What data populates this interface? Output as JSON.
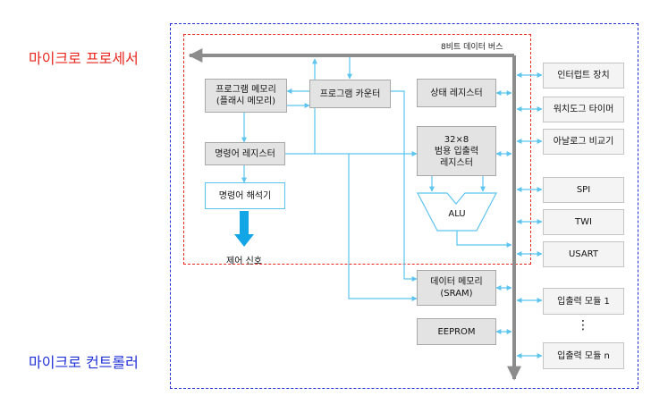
{
  "titles": {
    "microprocessor": "마이크로 프로세서",
    "microcontroller": "마이크로 컨트롤러"
  },
  "bus_label": "8비트 데이터 버스",
  "blocks": {
    "program_memory_line1": "프로그램 메모리",
    "program_memory_line2": "(플래시 메모리)",
    "program_counter": "프로그램 카운터",
    "instruction_register": "명령어 레지스터",
    "instruction_decoder": "명령어 해석기",
    "control_signal": "제어 신호",
    "status_register": "상태 레지스터",
    "gpr_line1": "32×8",
    "gpr_line2": "범용 입출력",
    "gpr_line3": "레지스터",
    "alu": "ALU",
    "data_memory_line1": "데이터 메모리",
    "data_memory_line2": "(SRAM)",
    "eeprom": "EEPROM"
  },
  "peripherals": {
    "interrupt": "인터럽트 장치",
    "watchdog": "워치도그 타이머",
    "analog_comparator": "아날로그 비교기",
    "spi": "SPI",
    "twi": "TWI",
    "usart": "USART",
    "io_module_1": "입출력 모듈 1",
    "dots": "⋮",
    "io_module_n": "입출력 모듈 n"
  },
  "colors": {
    "title_red": "#e8271f",
    "title_blue": "#1f2fd6",
    "bus_gray": "#8c8c8c",
    "arrow_blue": "#5cc4ee",
    "decoder_arrow": "#12a6e6",
    "processor_border": "#e8271f",
    "controller_border": "#1f2fd6"
  }
}
